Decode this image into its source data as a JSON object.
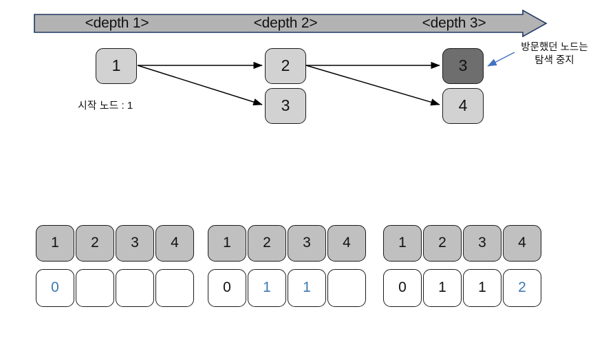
{
  "diagram": {
    "title": "BFS depth traversal diagram",
    "depth_bar": {
      "labels": [
        {
          "text": "<depth 1>"
        },
        {
          "text": "<depth 2>"
        },
        {
          "text": "<depth 3>"
        }
      ],
      "fill_color": "#b3b3b3",
      "border_color": "#1f3864"
    },
    "nodes": [
      {
        "id": "d1-1",
        "label": "1",
        "depth": 1,
        "state": "normal"
      },
      {
        "id": "d2-2",
        "label": "2",
        "depth": 2,
        "state": "normal"
      },
      {
        "id": "d2-3",
        "label": "3",
        "depth": 2,
        "state": "normal"
      },
      {
        "id": "d3-3",
        "label": "3",
        "depth": 3,
        "state": "visited"
      },
      {
        "id": "d3-4",
        "label": "4",
        "depth": 3,
        "state": "normal"
      }
    ],
    "node_fill": "#d2d2d2",
    "node_visited_fill": "#6e6e6e",
    "start_caption": "시작 노드 : 1",
    "annotation": {
      "text": "방문했던 노드는\n탐색 중지",
      "arrow_color": "#4472c4"
    }
  },
  "tables": [
    {
      "name": "distance-table-step-1",
      "headers": [
        "1",
        "2",
        "3",
        "4"
      ],
      "values": [
        "0",
        "",
        "",
        ""
      ],
      "highlight": [
        true,
        false,
        false,
        false
      ]
    },
    {
      "name": "distance-table-step-2",
      "headers": [
        "1",
        "2",
        "3",
        "4"
      ],
      "values": [
        "0",
        "1",
        "1",
        ""
      ],
      "highlight": [
        false,
        true,
        true,
        false
      ]
    },
    {
      "name": "distance-table-step-3",
      "headers": [
        "1",
        "2",
        "3",
        "4"
      ],
      "values": [
        "0",
        "1",
        "1",
        "2"
      ],
      "highlight": [
        false,
        false,
        false,
        true
      ]
    }
  ],
  "colors": {
    "header_gray": "#c0c0c0",
    "highlight_blue": "#3c78b4",
    "text": "#111111"
  }
}
